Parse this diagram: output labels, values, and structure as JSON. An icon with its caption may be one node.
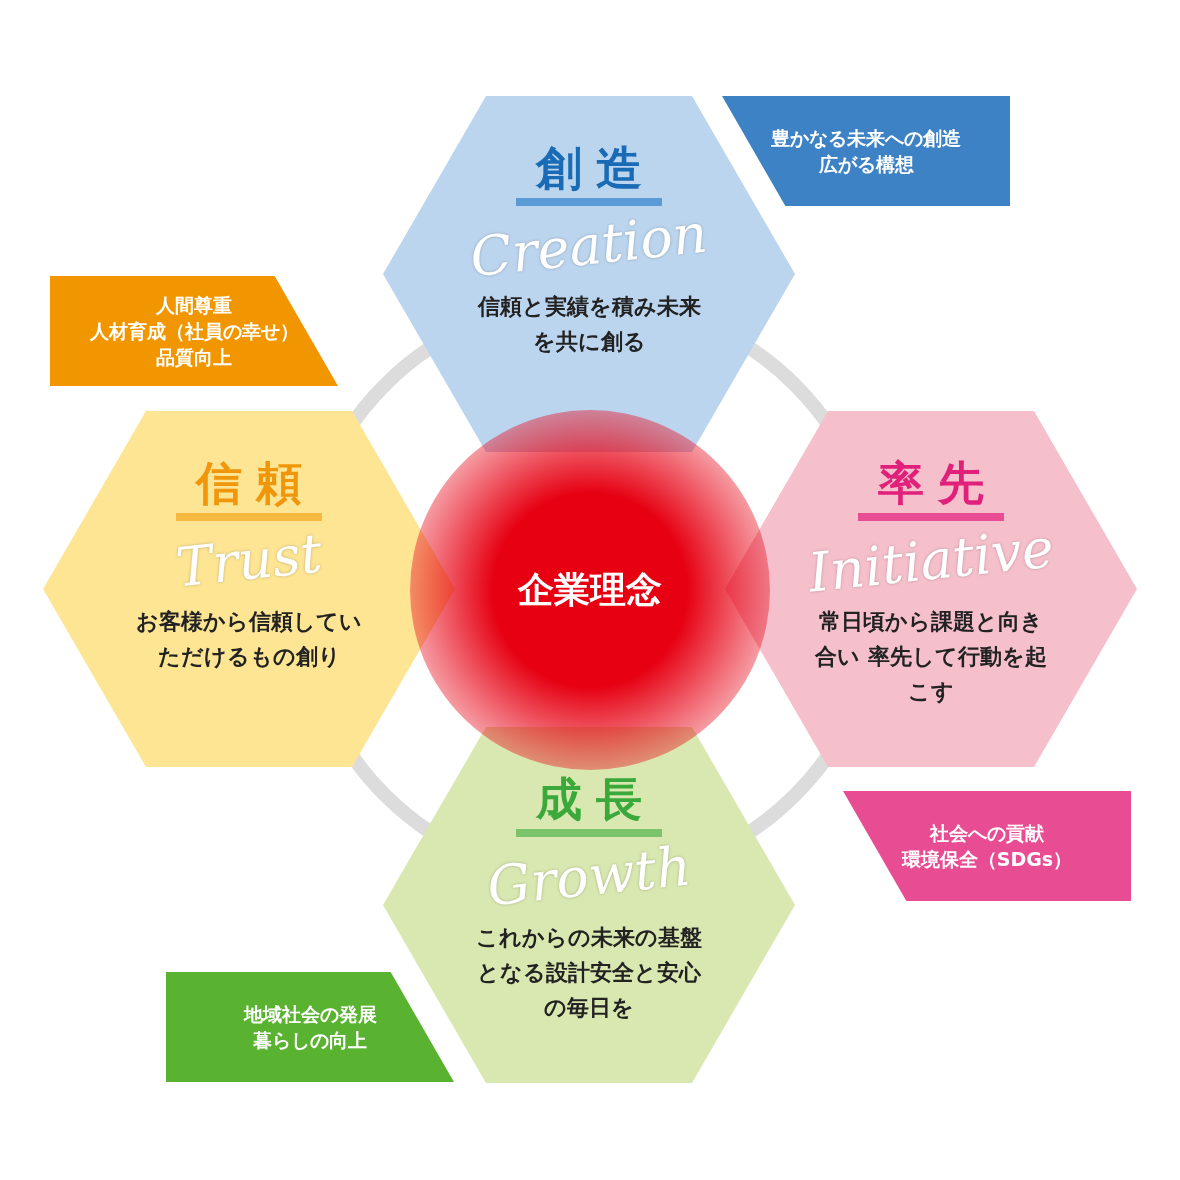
{
  "diagram": {
    "nodes": [
      {
        "text": [
          "創造",
          "Creation",
          "信頼と実績を積み未来を共に創る"
        ]
      },
      {
        "text": [
          "豊かなる未来への創造",
          "広がる構想"
        ]
      },
      {
        "text": [
          "人間尊重",
          "人材育成（社員の幸せ）",
          "品質向上"
        ]
      },
      {
        "text": [
          "信頼",
          "Trust",
          "お客様から信頼していただけるもの創り"
        ]
      },
      {
        "text": [
          "企業理念"
        ]
      },
      {
        "text": [
          "率先",
          "Initiative",
          "常日頃から課題と向き合い 率先して行動を起こす"
        ]
      },
      {
        "text": [
          "成長",
          "Growth",
          "これからの未来の基盤となる設計安全と安心の毎日を"
        ]
      },
      {
        "text": [
          "社会への貢献",
          "環境保全（SDGs）"
        ]
      },
      {
        "text": [
          "地域社会の発展",
          "暮らしの向上"
        ]
      }
    ],
    "edges": []
  }
}
